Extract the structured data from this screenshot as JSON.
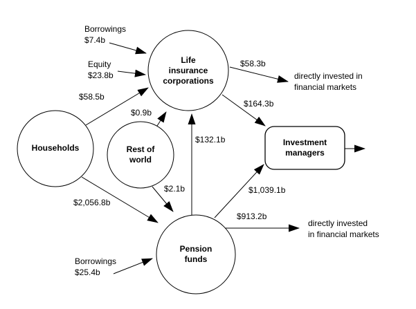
{
  "diagram": {
    "accent_color": "#000000",
    "background_color": "#ffffff",
    "nodes": {
      "households": {
        "label": "Households"
      },
      "rest_of_world": {
        "label": "Rest of\nworld"
      },
      "life_insurance": {
        "label": "Life\ninsurance\ncorporations"
      },
      "pension_funds": {
        "label": "Pension\nfunds"
      },
      "investment_managers": {
        "label": "Investment\nmanagers"
      }
    },
    "inflows": {
      "borrowings_to_life": {
        "label": "Borrowings\n$7.4b"
      },
      "equity_to_life": {
        "label": "Equity\n$23.8b"
      },
      "borrowings_to_pension": {
        "label": "Borrowings\n$25.4b"
      }
    },
    "flows": {
      "households_to_life": {
        "amount": "$58.5b"
      },
      "rest_of_world_to_life": {
        "amount": "$0.9b"
      },
      "households_to_pension": {
        "amount": "$2,056.8b"
      },
      "rest_of_world_to_pension": {
        "amount": "$2.1b"
      },
      "pension_to_life": {
        "amount": "$132.1b"
      },
      "life_to_markets": {
        "amount": "$58.3b"
      },
      "life_to_investment_managers": {
        "amount": "$164.3b"
      },
      "pension_to_investment_managers": {
        "amount": "$1,039.1b"
      },
      "pension_to_markets": {
        "amount": "$913.2b"
      }
    },
    "annotations": {
      "markets_top": {
        "label": "directly invested in\nfinancial markets"
      },
      "markets_bottom": {
        "label": "directly invested\nin financial markets"
      }
    }
  }
}
